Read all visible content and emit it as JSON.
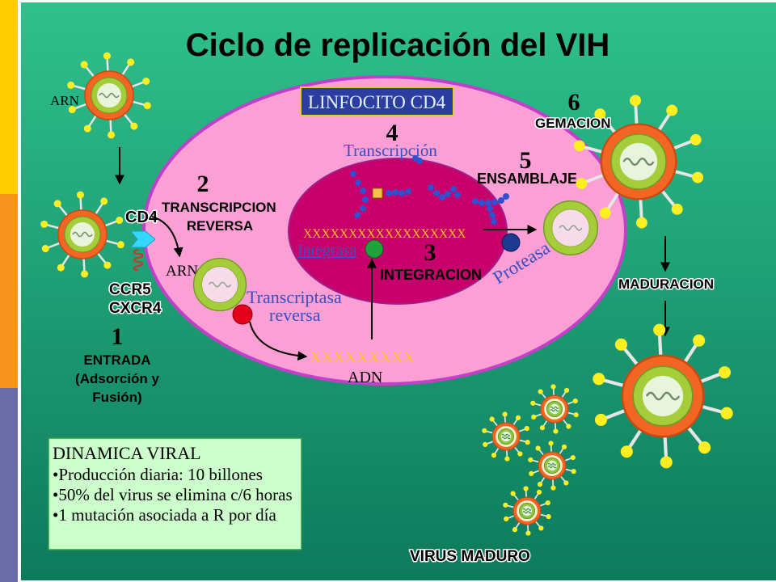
{
  "slide": {
    "title": "Ciclo de replicación del VIH",
    "cell_label": "LINFOCITO CD4"
  },
  "labels": {
    "arn_entry": "ARN",
    "cd4": "CD4",
    "ccr5": "CCR5",
    "cxcr4": "CXCR4",
    "arn_capsid": "ARN",
    "transcriptasa": [
      "Transcriptasa",
      "reversa"
    ],
    "adn_sequence": "XXXXXXXXX",
    "adn": "ADN",
    "integrasa": "Integrasa",
    "integrated_sequence": "XXXXXXXXXXXXXXXXXX",
    "proteasa": "Proteasa",
    "maduracion": "MADURACION",
    "virus_maduro": "VIRUS MADURO"
  },
  "steps": {
    "entrada": {
      "number": "1",
      "lines": [
        "ENTRADA",
        "(Adsorción y",
        "Fusión)"
      ]
    },
    "transcripcion_reversa": {
      "number": "2",
      "lines": [
        "TRANSCRIPCION",
        "REVERSA"
      ]
    },
    "integracion": {
      "number": "3",
      "lines": [
        "INTEGRACION"
      ]
    },
    "transcripcion": {
      "number": "4",
      "lines": [
        "Transcripción"
      ]
    },
    "ensamblaje": {
      "number": "5",
      "lines": [
        "ENSAMBLAJE"
      ]
    },
    "gemacion": {
      "number": "6",
      "lines": [
        "GEMACION"
      ]
    }
  },
  "info_box": {
    "title": "DINAMICA VIRAL",
    "items": [
      "•Producción diaria: 10 billones",
      "•50% del virus se elimina c/6 horas",
      "•1 mutación asociada a R por día"
    ]
  },
  "colors": {
    "background_top": "#2fc18c",
    "background_bottom": "#0d7a5c",
    "sidebar_top": "#ffcc00",
    "sidebar_middle": "#f7941d",
    "sidebar_bottom": "#6b6ba8",
    "cell_fill": "#fb9fd4",
    "cell_border": "#c23fc9",
    "nucleus_fill": "#c8006b",
    "label_box": "#2b3d9e",
    "info_box_fill": "#ccffcc",
    "virus_envelope": "#f26522",
    "capsid": "#a5cd3a",
    "sequence_text": "#ffc21a",
    "enzyme_text": "#3a4fc0"
  }
}
